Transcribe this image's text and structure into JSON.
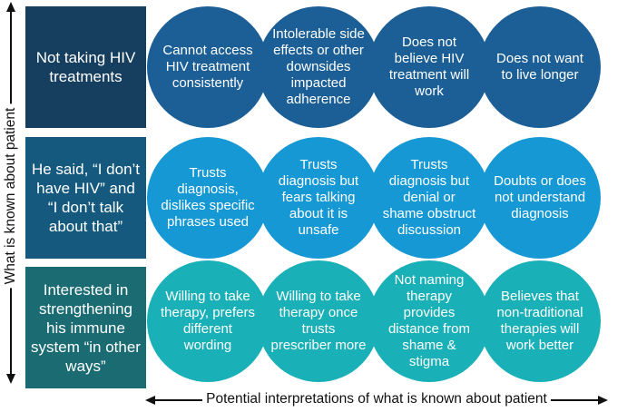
{
  "axes": {
    "y_label": "What is known about patient",
    "x_label": "Potential interpretations of what is known about patient"
  },
  "rows": [
    {
      "label": "Not taking HIV treatments",
      "box_color": "#163f5f",
      "circle_color": "#1c5f96",
      "interpretations": [
        "Cannot access HIV treatment consistently",
        "Intolerable side effects or other downsides impacted adherence",
        "Does not believe HIV treatment will work",
        "Does not want to live longer"
      ]
    },
    {
      "label": "He said, “I don’t have HIV” and “I don’t talk about that”",
      "box_color": "#155a7e",
      "circle_color": "#1698d4",
      "interpretations": [
        "Trusts diagnosis, dislikes specific phrases used",
        "Trusts diagnosis but fears talking about it is unsafe",
        "Trusts diagnosis but denial or shame obstruct discussion",
        "Doubts or does not understand diagnosis"
      ]
    },
    {
      "label": "Interested in strengthening his immune system “in other ways”",
      "box_color": "#1b6b73",
      "circle_color": "#1ab0b8",
      "interpretations": [
        "Willing to take therapy, prefers different wording",
        "Willing to take therapy once trusts prescriber more",
        "Not naming therapy provides distance from shame & stigma",
        "Believes that non-traditional therapies will work better"
      ]
    }
  ]
}
